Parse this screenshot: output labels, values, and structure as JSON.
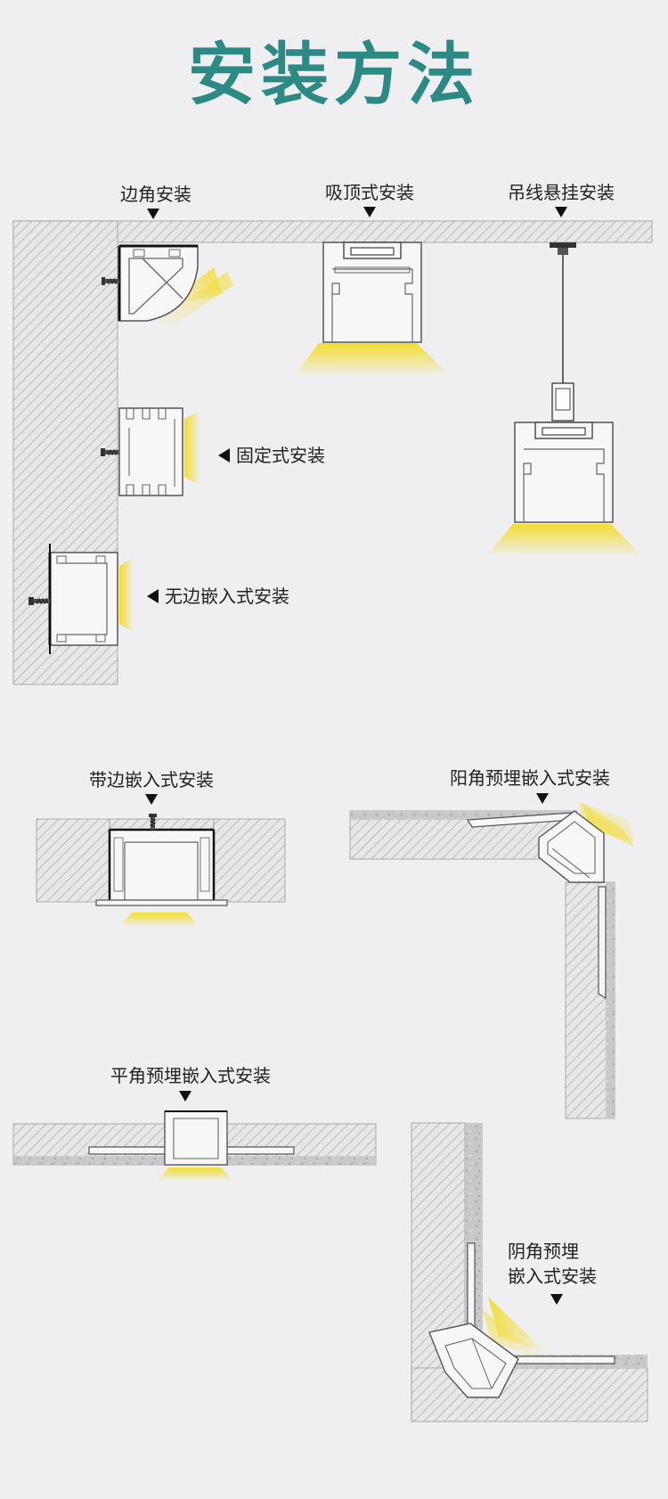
{
  "title": "安装方法",
  "labels": {
    "corner": "边角安装",
    "ceiling": "吸顶式安装",
    "pendant": "吊线悬挂安装",
    "fixed": "固定式安装",
    "rimless_recessed": "无边嵌入式安装",
    "rimmed_recessed": "带边嵌入式安装",
    "outer_corner_embedded": "阳角预埋嵌入式安装",
    "flat_embedded": "平角预埋嵌入式安装",
    "inner_corner_line1": "阴角预埋",
    "inner_corner_line2": "嵌入式安装"
  },
  "colors": {
    "title": "#2c8a85",
    "light": "#f5e14a",
    "wall": "#e7e7e9",
    "hatch": "#a9a9ab"
  }
}
